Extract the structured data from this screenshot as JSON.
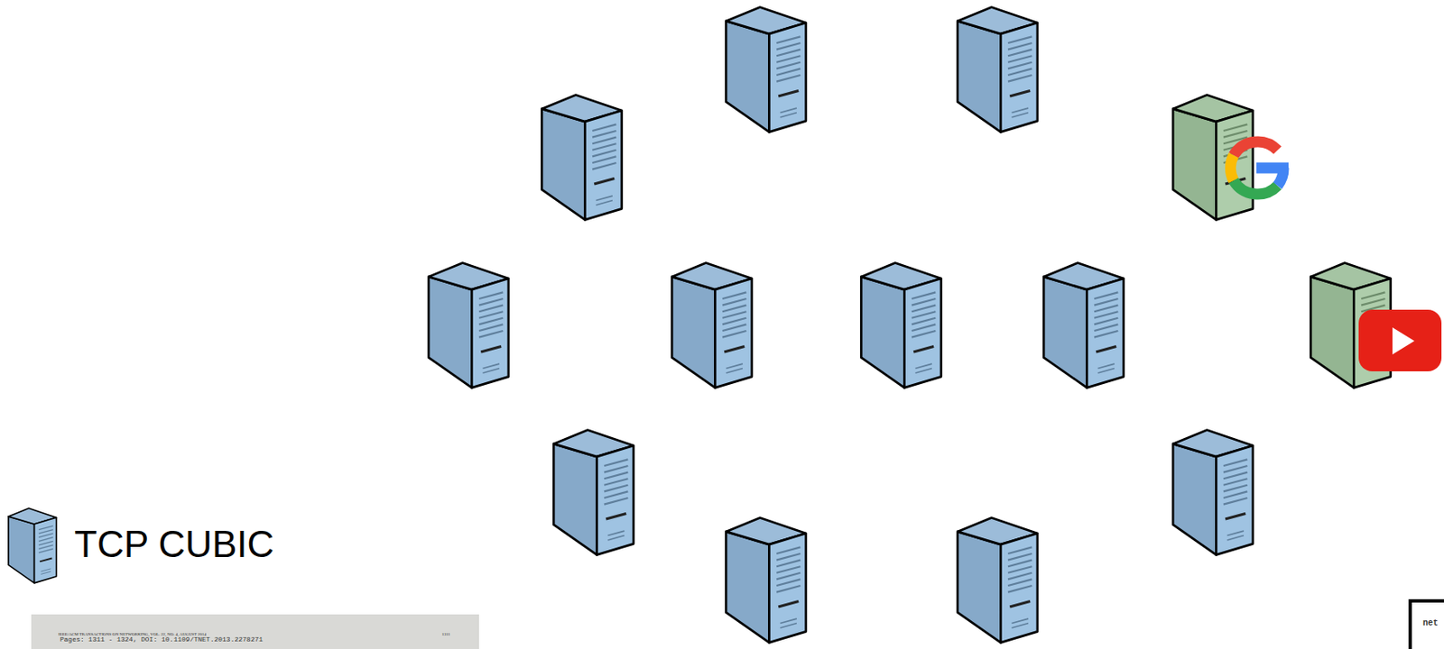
{
  "diagram": {
    "labels": [
      "IEEE/ACM TRANSACTIONS ON NETWORKING, VOL. 22, NO. 4, AUGUST 2014",
      "1311",
      "Pages: 1311 - 1324, DOI: 10.1109/TNET.2013.2278271",
      "net"
    ],
    "legend": [
      {
        "text": "TCP CUBIC"
      }
    ]
  }
}
